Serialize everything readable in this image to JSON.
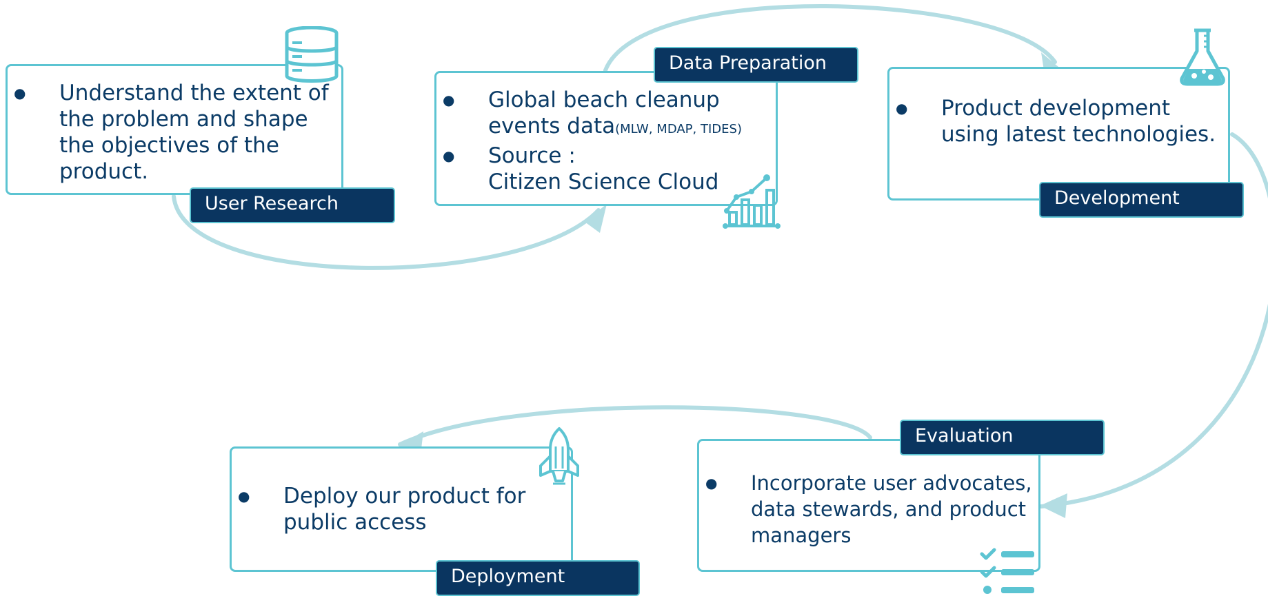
{
  "stages": {
    "user_research": {
      "label": "User Research",
      "bullets": [
        "Understand the extent of the problem and shape the objectives of the product."
      ]
    },
    "data_preparation": {
      "label": "Data Preparation",
      "bullet1_main": "Global beach cleanup events data",
      "bullet1_small": "(MLW, MDAP, TIDES)",
      "bullet2_line1": "Source :",
      "bullet2_line2": "Citizen Science Cloud"
    },
    "development": {
      "label": "Development",
      "bullets": [
        "Product development using latest technologies."
      ]
    },
    "evaluation": {
      "label": "Evaluation",
      "bullets": [
        "Incorporate user advocates, data stewards, and product managers"
      ]
    },
    "deployment": {
      "label": "Deployment",
      "bullets": [
        "Deploy our product for public access"
      ]
    }
  },
  "icons": [
    "database-icon",
    "growth-chart-icon",
    "flask-icon",
    "checklist-icon",
    "rocket-icon"
  ],
  "colors": {
    "accent": "#5cc4d2",
    "label_bg": "#0a3560",
    "text": "#0b3b66",
    "arrow": "#b3dde3"
  }
}
